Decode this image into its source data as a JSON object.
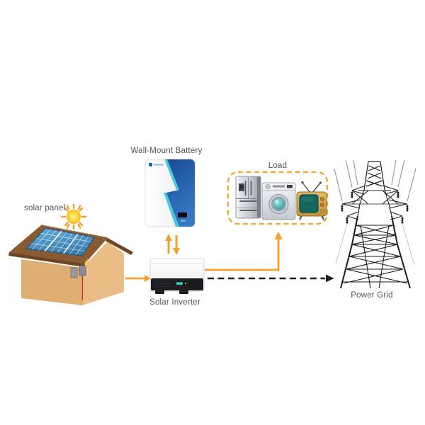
{
  "labels": {
    "solar_panel": "solar panel",
    "battery": "Wall-Mount Battery",
    "inverter": "Solar Inverter",
    "load": "Load",
    "power_grid": "Power Grid"
  },
  "colors": {
    "arrow_orange": "#F5A02B",
    "load_border_orange": "#F2A93B",
    "grid_arrow_black": "#1C1C1C",
    "label_gray": "#55565A"
  },
  "icons": [
    "sun-icon",
    "house-with-solar-panels-icon",
    "wall-mount-battery-icon",
    "solar-inverter-icon",
    "refrigerator-icon",
    "washing-machine-icon",
    "tv-icon",
    "transmission-tower-icon"
  ],
  "connections": [
    {
      "from": "solar-panel-house",
      "to": "solar-inverter",
      "style": "orange-solid-arrow",
      "bidirectional": false
    },
    {
      "from": "solar-inverter",
      "to": "wall-mount-battery",
      "style": "orange-double-arrow",
      "bidirectional": true
    },
    {
      "from": "solar-inverter",
      "to": "load",
      "style": "orange-solid-arrow",
      "bidirectional": false
    },
    {
      "from": "solar-inverter",
      "to": "power-grid",
      "style": "black-dashed-arrow",
      "bidirectional": false
    }
  ]
}
